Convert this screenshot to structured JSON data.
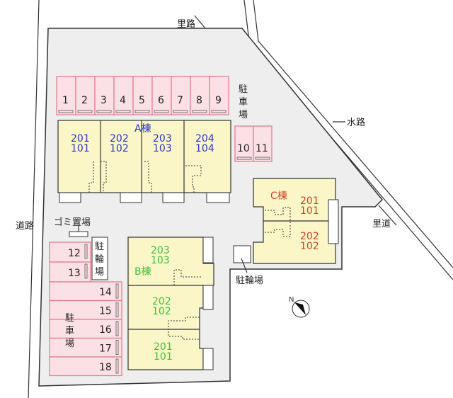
{
  "labels": {
    "top_road": "里路",
    "waterway": "水路",
    "side_road": "里道",
    "main_road": "道路",
    "garbage": "ゴミ置場",
    "parking_v": [
      "駐",
      "車",
      "場"
    ],
    "bike_v": [
      "駐",
      "輪",
      "場"
    ],
    "bike_h": "駐輪場"
  },
  "buildings": {
    "A": {
      "name": "A棟",
      "units": [
        "201",
        "101",
        "202",
        "102",
        "203",
        "103",
        "204",
        "104"
      ]
    },
    "B": {
      "name": "B棟",
      "units": [
        "203",
        "103",
        "202",
        "102",
        "201",
        "101"
      ]
    },
    "C": {
      "name": "C棟",
      "units": [
        "201",
        "101",
        "202",
        "102"
      ]
    }
  },
  "parking": [
    "1",
    "2",
    "3",
    "4",
    "5",
    "6",
    "7",
    "8",
    "9",
    "10",
    "11",
    "12",
    "13",
    "14",
    "15",
    "16",
    "17",
    "18"
  ],
  "colors": {
    "A": "#2a34c0",
    "B": "#3cc23c",
    "C": "#d04028",
    "parking": "#fbe0e6",
    "building": "#fbf6c8"
  }
}
